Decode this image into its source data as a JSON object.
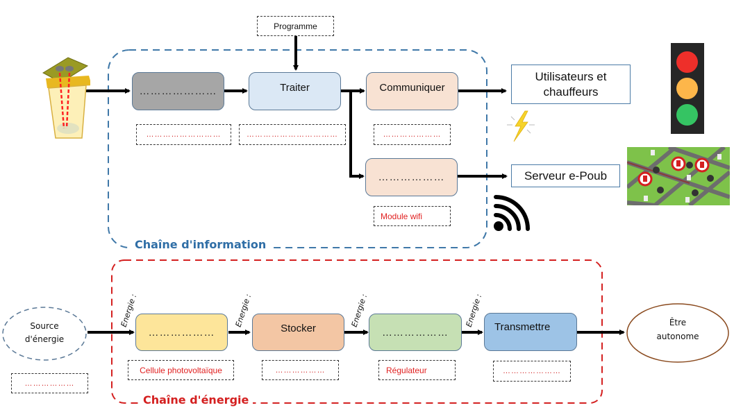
{
  "info_chain": {
    "title": "Chaîne d'information",
    "title_color": "#2f6ea6",
    "programme": "Programme",
    "blocks": {
      "acquire": "…………………",
      "process": "Traiter",
      "communicate": "Communiquer",
      "communicate2": "………………"
    },
    "components": {
      "acquire": "………………………",
      "process": "……………………………",
      "communicate": "…………………",
      "communicate2": "Module wifi"
    },
    "outputs": {
      "users": "Utilisateurs et chauffeurs",
      "server": "Serveur e-Poub"
    }
  },
  "energy_chain": {
    "title": "Chaîne d'énergie",
    "title_color": "#d42020",
    "source": "Source d'énergie",
    "source_component": "………………",
    "energy_label": "Energie :",
    "blocks": {
      "supply": "………………",
      "store": "Stocker",
      "distribute": "………………",
      "transmit": "Transmettre"
    },
    "components": {
      "supply": "Cellule photovoltaïque",
      "store": "………………",
      "distribute": "Régulateur",
      "transmit": "…………………"
    },
    "goal": "Être autonome"
  },
  "icons": {
    "bin": "trash-bin-sensor-icon",
    "traffic_light": "traffic-light-icon",
    "lightning": "lightning-icon",
    "wifi": "wifi-icon",
    "city_map": "city-map-icon"
  },
  "colors": {
    "acquire_block": "#a6a6a6",
    "process_block": "#dbe8f5",
    "communicate_block": "#f8e2d3",
    "supply_block": "#fde59a",
    "store_block": "#f3c6a4",
    "distribute_block": "#c6e0b4",
    "transmit_block": "#9dc3e6"
  }
}
